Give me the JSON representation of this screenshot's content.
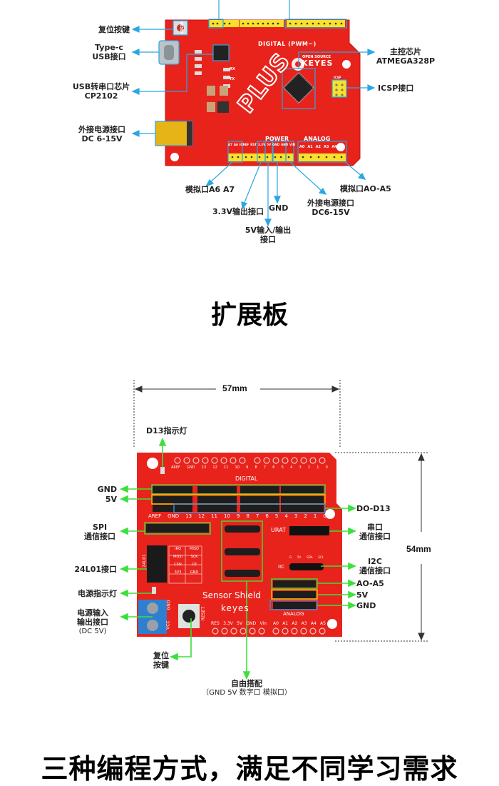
{
  "board1": {
    "callouts": {
      "reset": "复位按键",
      "typec_1": "Type-c",
      "typec_2": "USB接口",
      "cp_1": "USB转串口芯片",
      "cp_2": "CP2102",
      "dc_1": "外接电源接口",
      "dc_2": "DC 6-15V",
      "mcu_1": "主控芯片",
      "mcu_2": "ATMEGA328P",
      "icsp": "ICSP接口",
      "a6a7": "模拟口A6 A7",
      "v33": "3.3V输出接口",
      "gnd": "GND",
      "v5_1": "5V输入/输出",
      "v5_2": "接口",
      "vin_1": "外接电源接口",
      "vin_2": "DC6-15V",
      "a0a5": "模拟口AO-A5"
    },
    "silk": {
      "digital": "DIGITAL (PWM~)",
      "power": "POWER",
      "analog": "ANALOG",
      "brand_small": "OPEN SOURCE",
      "brand": "KEYES",
      "logo": "PLUS",
      "reset": "RESET",
      "rx": "RX",
      "tx": "TX",
      "icsp": "ICSP",
      "power_pins": [
        "A7",
        "A6",
        "IOREF",
        "RST",
        "3.3V",
        "5V",
        "GND",
        "GND",
        "VIN"
      ],
      "analog_pins": [
        "A0",
        "A1",
        "A2",
        "A3",
        "A4",
        "A5"
      ]
    }
  },
  "section_title": "扩展板",
  "board2": {
    "width_dim": "57mm",
    "height_dim": "54mm",
    "callouts": {
      "d13": "D13指示灯",
      "gnd_top": "GND",
      "v5_top": "5V",
      "d0d13": "DO-D13",
      "spi_1": "SPI",
      "spi_2": "通信接口",
      "uart_1": "串口",
      "uart_2": "通信接口",
      "nrf": "24L01接口",
      "i2c_1": "I2C",
      "i2c_2": "通信接口",
      "pwr_led": "电源指示灯",
      "a0a5": "AO-A5",
      "v5_bot": "5V",
      "gnd_bot": "GND",
      "pin_1": "电源输入",
      "pin_2": "输出接口",
      "pin_3": "(DC 5V)",
      "reset_1": "复位",
      "reset_2": "按键",
      "free_1": "自由搭配",
      "free_2": "（GND 5V 数字口 模拟口）"
    },
    "silk": {
      "digital": "DIGITAL",
      "top_nums": [
        "AREF",
        "GND",
        "13",
        "12",
        "11",
        "10",
        "9",
        "8",
        "7",
        "6",
        "5",
        "4",
        "3",
        "2",
        "1",
        "0"
      ],
      "bottom_nums": [
        "AREF",
        "GND",
        "13",
        "12",
        "11",
        "10",
        "9",
        "8",
        "7",
        "6",
        "5",
        "4",
        "3",
        "2",
        "1",
        "0"
      ],
      "urat": "URAT",
      "iic": "IIC",
      "iic_pins": [
        "G",
        "5V",
        "SDA",
        "SCL"
      ],
      "nrf_label": "24L01",
      "nrf_grid": [
        "IRQ",
        "MISO",
        "MOSI",
        "SCK",
        "CSN",
        "CE",
        "3V3",
        "GND"
      ],
      "sensor_shield": "Sensor Shield",
      "keyes": "keyes",
      "analog": "ANALOG",
      "power_pins": [
        "RES",
        "3.3V",
        "5V",
        "GND",
        "Vin"
      ],
      "analog_pins": [
        "A0",
        "A1",
        "A2",
        "A3",
        "A4",
        "A5"
      ],
      "vcc": "VCC",
      "gnd": "GND",
      "reset": "RESET"
    }
  },
  "bottom_title": "三种编程方式，满足不同学习需求",
  "colors": {
    "pcb": "#e8231c",
    "blue_callout": "#2aa7e0",
    "green_callout": "#3ce03c",
    "header_yellow": "#f7e12a",
    "box_yellow": "#f2c200",
    "box_blue": "#3a8fd6"
  }
}
